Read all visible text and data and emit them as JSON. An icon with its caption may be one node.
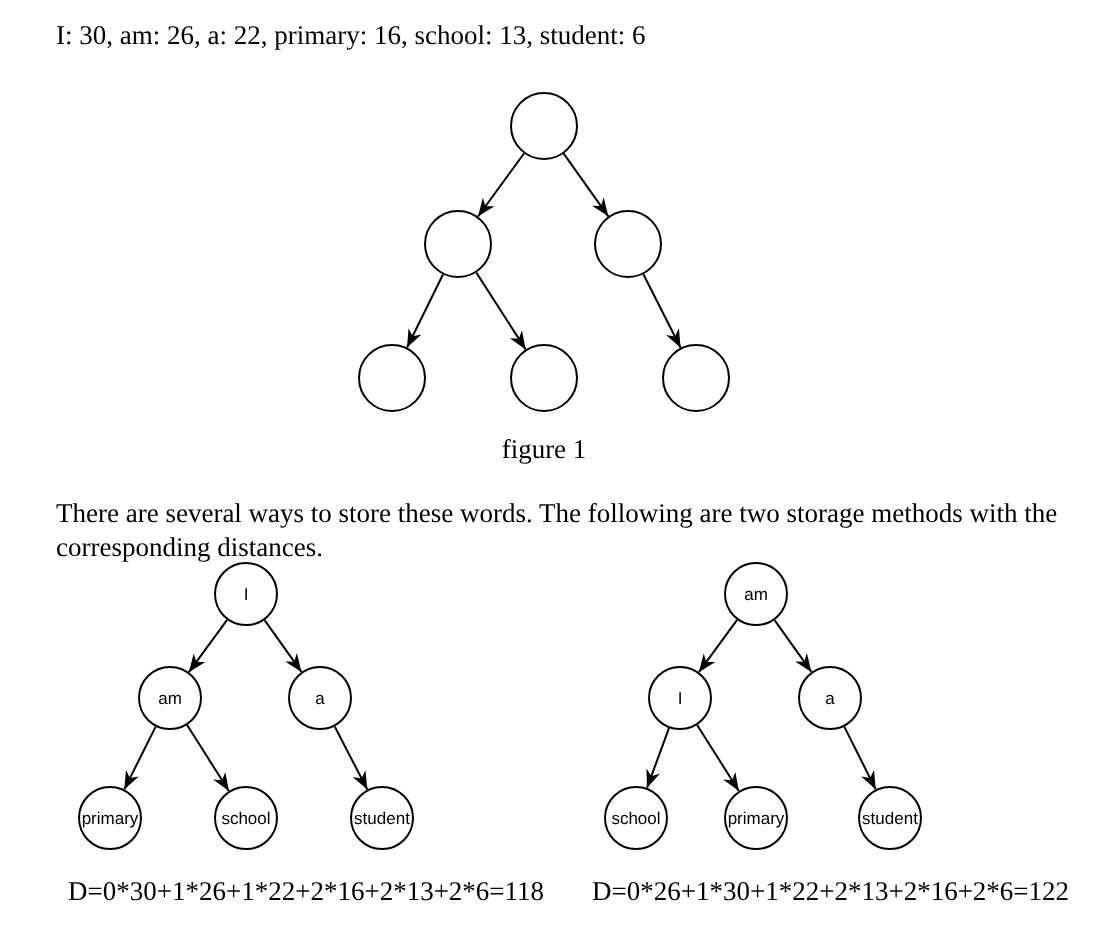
{
  "diagram": {
    "nodes": [
      {
        "text": [],
        "shape": "circle"
      },
      {
        "text": [],
        "shape": "circle"
      },
      {
        "text": [],
        "shape": "circle"
      },
      {
        "text": [],
        "shape": "circle"
      },
      {
        "text": [],
        "shape": "circle"
      },
      {
        "text": [],
        "shape": "circle"
      },
      {
        "text": [
          "I"
        ]
      },
      {
        "text": [
          "am"
        ]
      },
      {
        "text": [
          "a"
        ]
      },
      {
        "text": [
          "primary"
        ]
      },
      {
        "text": [
          "school"
        ]
      },
      {
        "text": [
          "student"
        ]
      },
      {
        "text": [
          "am"
        ]
      },
      {
        "text": [
          "I"
        ]
      },
      {
        "text": [
          "a"
        ]
      },
      {
        "text": [
          "school"
        ]
      },
      {
        "text": [
          "primary"
        ]
      },
      {
        "text": [
          "student"
        ]
      }
    ],
    "edges": [
      {
        "from": 0,
        "to": 1,
        "arrow": "to"
      },
      {
        "from": 0,
        "to": 2,
        "arrow": "to"
      },
      {
        "from": 1,
        "to": 3,
        "arrow": "to"
      },
      {
        "from": 1,
        "to": 4,
        "arrow": "to"
      },
      {
        "from": 2,
        "to": 5,
        "arrow": "to"
      },
      {
        "from": 6,
        "to": 7,
        "arrow": "to"
      },
      {
        "from": 6,
        "to": 8,
        "arrow": "to"
      },
      {
        "from": 7,
        "to": 9,
        "arrow": "to"
      },
      {
        "from": 7,
        "to": 10,
        "arrow": "to"
      },
      {
        "from": 8,
        "to": 11,
        "arrow": "to"
      },
      {
        "from": 12,
        "to": 13,
        "arrow": "to"
      },
      {
        "from": 12,
        "to": 14,
        "arrow": "to"
      },
      {
        "from": 13,
        "to": 15,
        "arrow": "to"
      },
      {
        "from": 13,
        "to": 16,
        "arrow": "to"
      },
      {
        "from": 14,
        "to": 17,
        "arrow": "to"
      }
    ],
    "labels": [
      "I: 30, am: 26, a: 22, primary: 16, school: 13, student: 6",
      "figure 1",
      "There are several ways to store these words. The following are two storage methods with the corresponding distances.",
      "D=0*30+1*26+1*22+2*16+2*13+2*6=118",
      "D=0*26+1*30+1*22+2*13+2*16+2*6=122"
    ]
  }
}
